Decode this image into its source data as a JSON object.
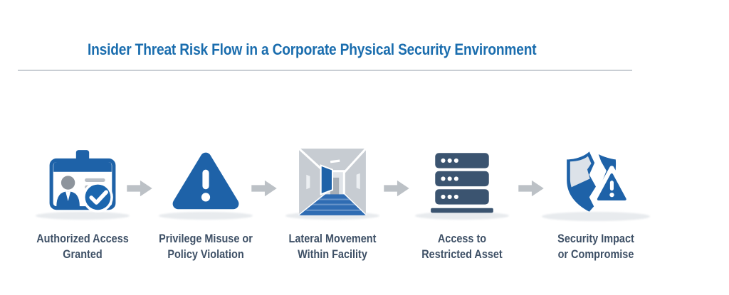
{
  "header": {
    "title": "Insider Threat Risk Flow in a Corporate Physical Security Environment"
  },
  "colors": {
    "title_blue": "#1a6dae",
    "icon_blue": "#1e62a8",
    "server_slate": "#3b5470",
    "label_text": "#3e5066",
    "arrow_gray": "#bcc1c6",
    "divider_gray": "#c9ced4"
  },
  "stages": [
    {
      "icon": "id-badge-check-icon",
      "line1": "Authorized Access",
      "line2": "Granted"
    },
    {
      "icon": "warning-triangle-icon",
      "line1": "Privilege Misuse or",
      "line2": "Policy Violation"
    },
    {
      "icon": "corridor-icon",
      "line1": "Lateral Movement",
      "line2": "Within Facility"
    },
    {
      "icon": "server-stack-icon",
      "line1": "Access to",
      "line2": "Restricted Asset"
    },
    {
      "icon": "broken-shield-warning-icon",
      "line1": "Security Impact",
      "line2": "or Compromise"
    }
  ]
}
